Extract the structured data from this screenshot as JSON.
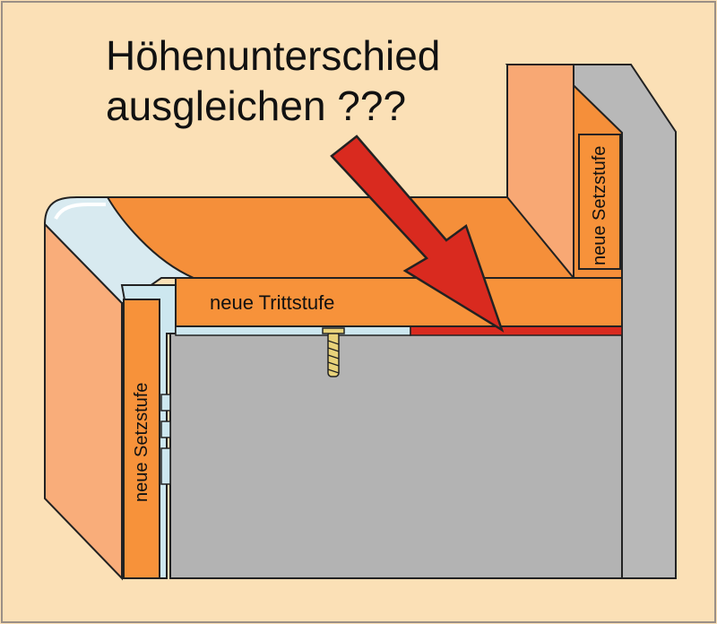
{
  "headline": {
    "line1": "Höhenunterschied",
    "line2": "ausgleichen ???"
  },
  "labels": {
    "tread": "neue Trittstufe",
    "riser_back": "neue Setzstufe",
    "riser_front": "neue Setzstufe"
  },
  "colors": {
    "background": "#fbe0b6",
    "orange": "#f7923a",
    "orange_light": "#f9ad7a",
    "gray": "#b3b3b3",
    "red": "#d92a1f",
    "profile": "#cde7ef",
    "screw": "#e8d27a"
  }
}
